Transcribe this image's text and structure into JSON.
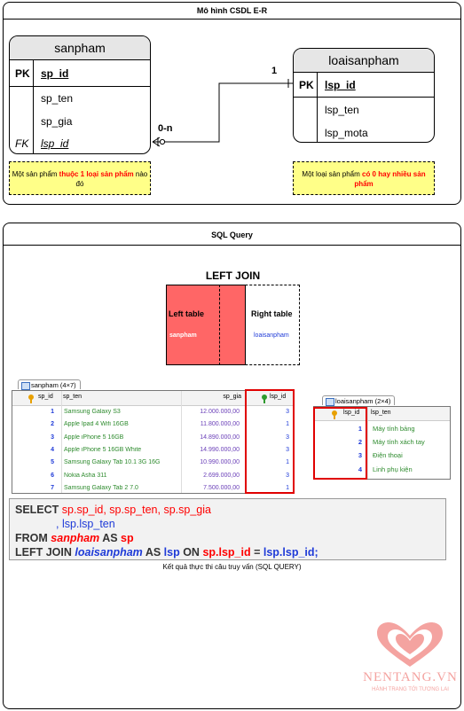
{
  "er_panel": {
    "title": "Mô hình CSDL E-R"
  },
  "sanpham": {
    "name": "sanpham",
    "pk_label": "PK",
    "pk_field": "sp_id",
    "fields": [
      "sp_ten",
      "sp_gia"
    ],
    "fk_label": "FK",
    "fk_field": "lsp_id"
  },
  "loaisanpham": {
    "name": "loaisanpham",
    "pk_label": "PK",
    "pk_field": "lsp_id",
    "fields": [
      "lsp_ten",
      "lsp_mota"
    ]
  },
  "relationship": {
    "one": "1",
    "many": "0-n"
  },
  "note_left": {
    "pre": "Một sản phẩm ",
    "red": "thuộc 1 loại sản phẩm",
    "post": " nào đó"
  },
  "note_right": {
    "pre": "Một loại sản phẩm ",
    "red": "có 0 hay nhiều sản phẩm",
    "post": ""
  },
  "sql_panel": {
    "title": "SQL Query"
  },
  "venn": {
    "title": "LEFT JOIN",
    "left_label": "Left table",
    "left_sub": "sanpham",
    "right_label": "Right table",
    "right_sub": "loaisanpham"
  },
  "sanpham_grid": {
    "tab": "sanpham (4×7)",
    "headers": [
      "sp_id",
      "sp_ten",
      "sp_gia",
      "lsp_id"
    ],
    "rows": [
      [
        "1",
        "Samsung Galaxy S3",
        "12.000.000,00",
        "3"
      ],
      [
        "2",
        "Apple Ipad 4 Wifi 16GB",
        "11.800.000,00",
        "1"
      ],
      [
        "3",
        "Apple iPhone 5 16GB",
        "14.890.000,00",
        "3"
      ],
      [
        "4",
        "Apple iPhone 5 16GB White",
        "14.990.000,00",
        "3"
      ],
      [
        "5",
        "Samsung Galaxy Tab 10.1 3G 16G",
        "10.990.000,00",
        "1"
      ],
      [
        "6",
        "Nokia Asha 311",
        "2.699.000,00",
        "3"
      ],
      [
        "7",
        "Samsung Galaxy Tab 2 7.0",
        "7.500.000,00",
        "1"
      ]
    ]
  },
  "loai_grid": {
    "tab": "loaisanpham (2×4)",
    "headers": [
      "lsp_id",
      "lsp_ten"
    ],
    "rows": [
      [
        "1",
        "Máy tính bảng"
      ],
      [
        "2",
        "Máy tính xách tay"
      ],
      [
        "3",
        "Điện thoại"
      ],
      [
        "4",
        "Linh phụ kiện"
      ]
    ]
  },
  "sql": {
    "l1_kw": "SELECT",
    "l1_rest": " sp.sp_id, sp.sp_ten, sp.sp_gia",
    "l2": ", lsp.lsp_ten",
    "l3_kw": "FROM",
    "l3_tbl": "sanpham",
    "l3_as": " AS ",
    "l3_alias": "sp",
    "l4_kw": "LEFT JOIN",
    "l4_tbl": "loaisanpham",
    "l4_as": " AS ",
    "l4_alias": "lsp",
    "l4_on": " ON ",
    "l4_c1": "sp.lsp_id",
    "l4_eq": " = ",
    "l4_c2": "lsp.lsp_id;"
  },
  "caption": "Kết quả thực thi câu truy vấn (SQL QUERY)",
  "logo": {
    "brand": "NENTANG.VN",
    "tagline": "HÀNH TRANG TỚI TƯƠNG LAI"
  },
  "colors": {
    "accent_red": "#ff0000",
    "blue": "#1f3bd8",
    "green": "#2e8b2e",
    "venn_red": "#ff6666",
    "note_yellow": "#ffff88"
  }
}
